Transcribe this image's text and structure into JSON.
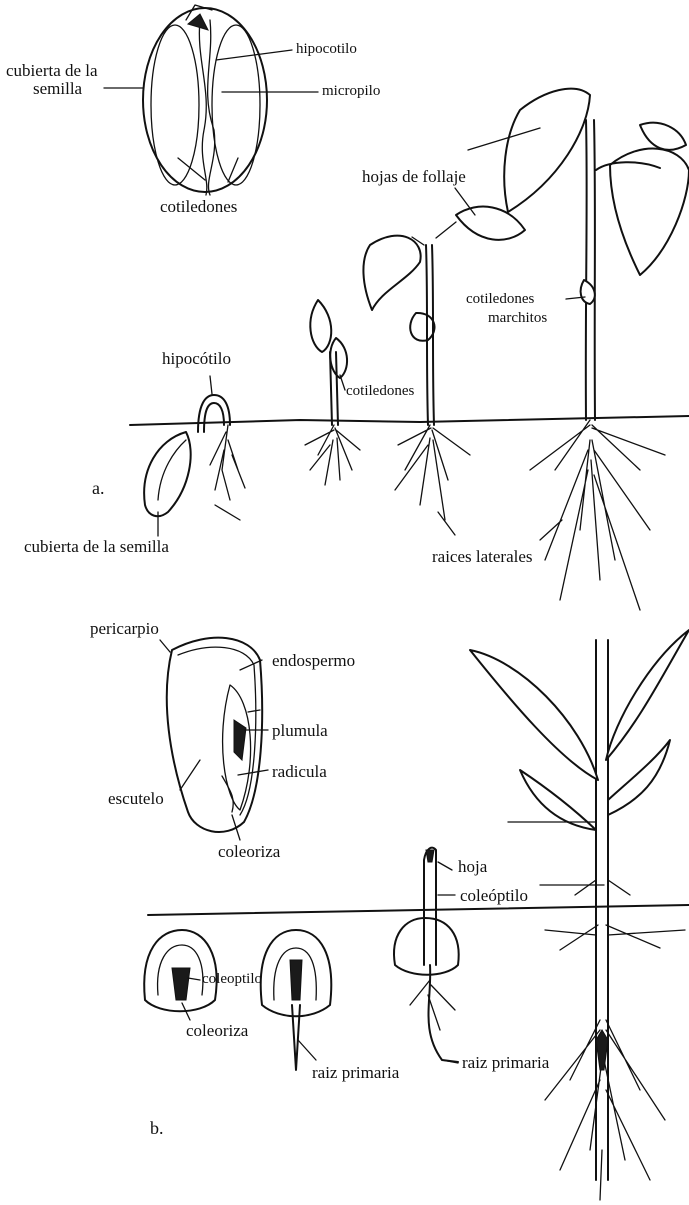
{
  "panel_a": {
    "label": "a.",
    "seed_labels": {
      "cubierta_de_la": "cubierta de la",
      "semilla": "semilla",
      "hipocotilo": "hipocotilo",
      "micropilo": "micropilo",
      "cotiledones": "cotiledones"
    },
    "seedling_labels": {
      "hojas_de_follaje": "hojas de follaje",
      "cotiledones_marchitos_1": "cotiledones",
      "cotiledones_marchitos_2": "marchitos",
      "hipocotilo": "hipocótilo",
      "cotiledones": "cotiledones",
      "cubierta_de_la_semilla": "cubierta de la semilla",
      "raices_laterales": "raices laterales"
    }
  },
  "panel_b": {
    "label": "b.",
    "grain_labels": {
      "pericarpio": "pericarpio",
      "endospermo": "endospermo",
      "plumula": "plumula",
      "radicula": "radicula",
      "escutelo": "escutelo",
      "coleoriza": "coleoriza"
    },
    "seedling_labels": {
      "hoja": "hoja",
      "coleoptilo": "coleóptilo",
      "coleoptilo_small": "coleoptilo",
      "coleoriza": "coleoriza",
      "raiz_primaria_1": "raiz primaria",
      "raiz_primaria_2": "raiz primaria"
    }
  }
}
